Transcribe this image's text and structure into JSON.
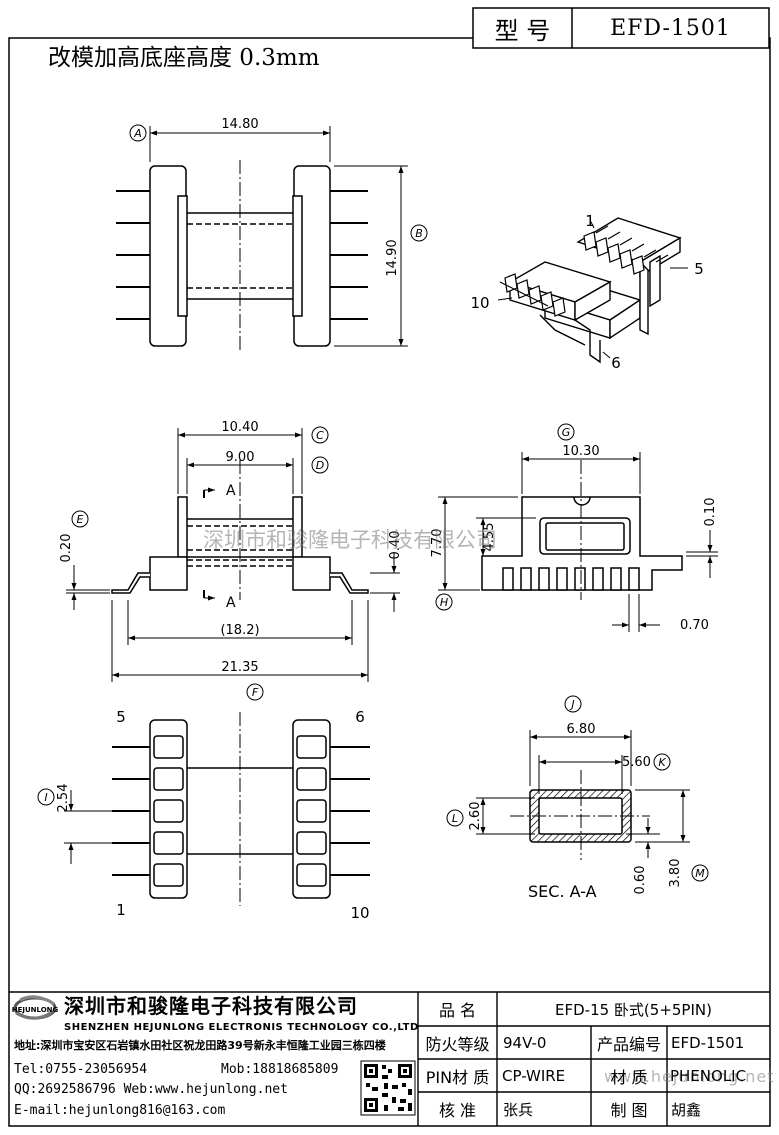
{
  "header": {
    "model_label": "型 号",
    "model_value": "EFD-1501",
    "note": "改模加高底座高度 0.3mm"
  },
  "top_view": {
    "dim_width": "14.80",
    "dim_height": "14.90",
    "ref_a": "A",
    "ref_b": "B"
  },
  "iso_view": {
    "pin1": "1",
    "pin5": "5",
    "pin6": "6",
    "pin10": "10"
  },
  "front_view": {
    "dim_c": "10.40",
    "dim_d": "9.00",
    "dim_e": "0.20",
    "dim_040": "0.40",
    "dim_182": "(18.2)",
    "dim_f": "21.35",
    "section_mark": "A",
    "ref_c": "C",
    "ref_d": "D",
    "ref_e": "E",
    "ref_f": "F"
  },
  "side_view": {
    "dim_g": "10.30",
    "dim_h": "7.70",
    "dim_inner": "4.55",
    "dim_010": "0.10",
    "dim_070": "0.70",
    "ref_g": "G",
    "ref_h": "H"
  },
  "bottom_view": {
    "pin5": "5",
    "pin6": "6",
    "pin1": "1",
    "pin10": "10",
    "dim_i": "2.54",
    "ref_i": "I"
  },
  "section_view": {
    "dim_j": "6.80",
    "dim_k": "5.60",
    "dim_l": "2.60",
    "dim_060": "0.60",
    "dim_m": "3.80",
    "title": "SEC. A-A",
    "ref_j": "J",
    "ref_k": "K",
    "ref_l": "L",
    "ref_m": "M"
  },
  "watermark": {
    "center_text": "深圳市和骏隆电子科技有限公司",
    "url": "www.hejunlong.net"
  },
  "company": {
    "logo_text": "HEJUNLONG",
    "name_cn": "深圳市和骏隆电子科技有限公司",
    "name_en": "SHENZHEN HEJUNLONG ELECTRONIS TECHNOLOGY CO.,LTD",
    "address": "地址:深圳市宝安区石岩镇水田社区祝龙田路39号新永丰恒隆工业园三栋四楼",
    "tel": "Tel:0755-23056954",
    "mob": "Mob:18818685809",
    "qq_web": "QQ:2692586796 Web:www.hejunlong.net",
    "email": "E-mail:hejunlong816@163.com"
  },
  "spec_table": {
    "name_label": "品 名",
    "name_value": "EFD-15 卧式(5+5PIN)",
    "fire_label": "防火等级",
    "fire_value": "94V-0",
    "code_label": "产品编号",
    "code_value": "EFD-1501",
    "pin_label": "PIN材 质",
    "pin_value": "CP-WIRE",
    "mat_label": "材 质",
    "mat_value": "PHENOLIC",
    "check_label": "核 准",
    "check_value": "张兵",
    "draw_label": "制 图",
    "draw_value": "胡鑫"
  }
}
